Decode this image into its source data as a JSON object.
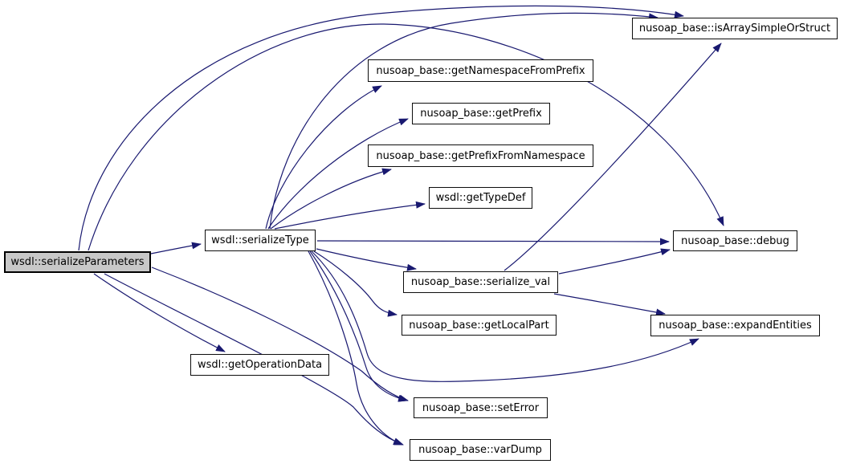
{
  "diagram": {
    "type": "call-graph",
    "background_color": "#ffffff",
    "edge_color": "#191970",
    "node_fill": "#ffffff",
    "node_border_color": "#000000",
    "focus_node_fill": "#c8c8c8",
    "focus_node": "wsdl::serializeParameters",
    "nodes": [
      {
        "id": "serializeParameters",
        "label": "wsdl::serializeParameters",
        "focus": true
      },
      {
        "id": "serializeType",
        "label": "wsdl::serializeType",
        "focus": false
      },
      {
        "id": "getNamespaceFromPrefix",
        "label": "nusoap_base::getNamespaceFromPrefix",
        "focus": false
      },
      {
        "id": "getPrefix",
        "label": "nusoap_base::getPrefix",
        "focus": false
      },
      {
        "id": "getPrefixFromNamespace",
        "label": "nusoap_base::getPrefixFromNamespace",
        "focus": false
      },
      {
        "id": "getTypeDef",
        "label": "wsdl::getTypeDef",
        "focus": false
      },
      {
        "id": "isArraySimpleOrStruct",
        "label": "nusoap_base::isArraySimpleOrStruct",
        "focus": false
      },
      {
        "id": "debug",
        "label": "nusoap_base::debug",
        "focus": false
      },
      {
        "id": "serialize_val",
        "label": "nusoap_base::serialize_val",
        "focus": false
      },
      {
        "id": "getLocalPart",
        "label": "nusoap_base::getLocalPart",
        "focus": false
      },
      {
        "id": "expandEntities",
        "label": "nusoap_base::expandEntities",
        "focus": false
      },
      {
        "id": "getOperationData",
        "label": "wsdl::getOperationData",
        "focus": false
      },
      {
        "id": "setError",
        "label": "nusoap_base::setError",
        "focus": false
      },
      {
        "id": "varDump",
        "label": "nusoap_base::varDump",
        "focus": false
      }
    ],
    "edges": [
      {
        "from": "wsdl::serializeParameters",
        "to": "wsdl::serializeType"
      },
      {
        "from": "wsdl::serializeParameters",
        "to": "wsdl::getOperationData"
      },
      {
        "from": "wsdl::serializeParameters",
        "to": "nusoap_base::setError"
      },
      {
        "from": "wsdl::serializeParameters",
        "to": "nusoap_base::varDump"
      },
      {
        "from": "wsdl::serializeParameters",
        "to": "nusoap_base::isArraySimpleOrStruct"
      },
      {
        "from": "wsdl::serializeParameters",
        "to": "nusoap_base::debug"
      },
      {
        "from": "wsdl::serializeType",
        "to": "nusoap_base::getNamespaceFromPrefix"
      },
      {
        "from": "wsdl::serializeType",
        "to": "nusoap_base::getPrefix"
      },
      {
        "from": "wsdl::serializeType",
        "to": "nusoap_base::getPrefixFromNamespace"
      },
      {
        "from": "wsdl::serializeType",
        "to": "wsdl::getTypeDef"
      },
      {
        "from": "wsdl::serializeType",
        "to": "nusoap_base::isArraySimpleOrStruct"
      },
      {
        "from": "wsdl::serializeType",
        "to": "nusoap_base::debug"
      },
      {
        "from": "wsdl::serializeType",
        "to": "nusoap_base::serialize_val"
      },
      {
        "from": "wsdl::serializeType",
        "to": "nusoap_base::getLocalPart"
      },
      {
        "from": "wsdl::serializeType",
        "to": "nusoap_base::expandEntities"
      },
      {
        "from": "wsdl::serializeType",
        "to": "nusoap_base::setError"
      },
      {
        "from": "wsdl::serializeType",
        "to": "nusoap_base::varDump"
      },
      {
        "from": "nusoap_base::serialize_val",
        "to": "nusoap_base::debug"
      },
      {
        "from": "nusoap_base::serialize_val",
        "to": "nusoap_base::expandEntities"
      },
      {
        "from": "nusoap_base::serialize_val",
        "to": "nusoap_base::isArraySimpleOrStruct"
      }
    ]
  }
}
